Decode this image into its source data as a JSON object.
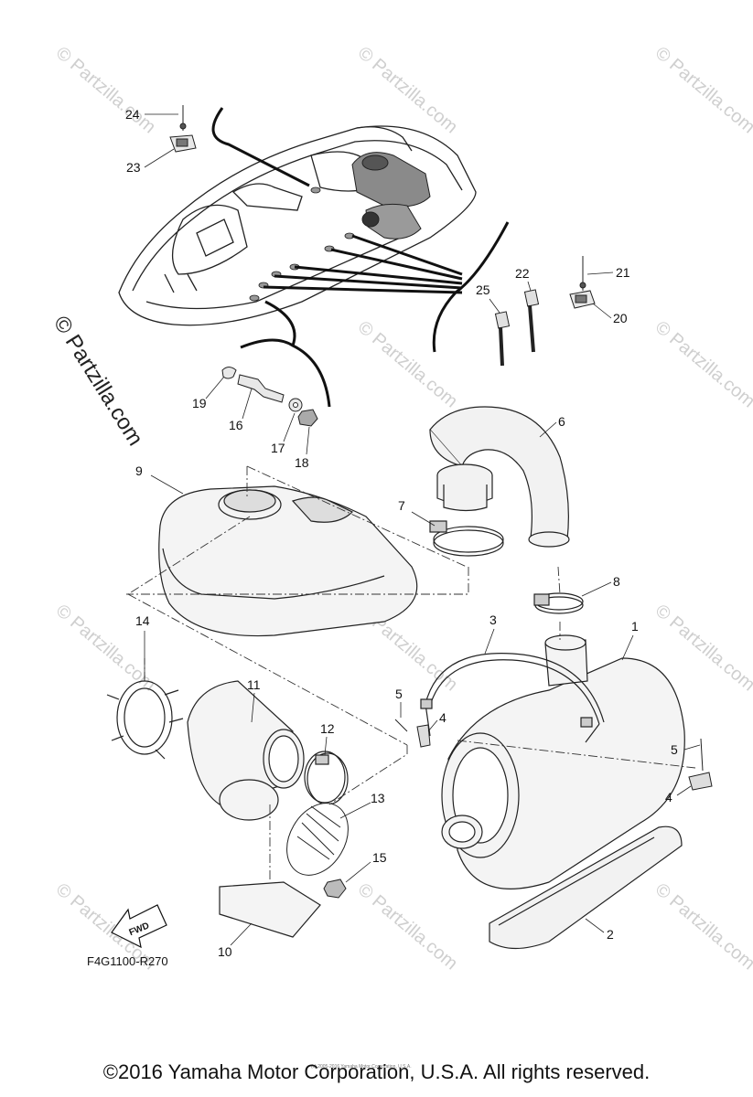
{
  "callouts": [
    "1",
    "2",
    "3",
    "4",
    "4",
    "5",
    "5",
    "6",
    "7",
    "8",
    "9",
    "10",
    "11",
    "12",
    "13",
    "14",
    "15",
    "16",
    "17",
    "18",
    "19",
    "20",
    "21",
    "22",
    "23",
    "24",
    "25"
  ],
  "diagram_ref": "F4G1100-R270",
  "fwd_label": "FWD",
  "watermark": "© Partzilla.com",
  "watermark_small": "(c) 2005-2016 Yamaha Motor Corporation, U.S.A.",
  "copyright": "©2016 Yamaha Motor Corporation, U.S.A. All rights reserved."
}
